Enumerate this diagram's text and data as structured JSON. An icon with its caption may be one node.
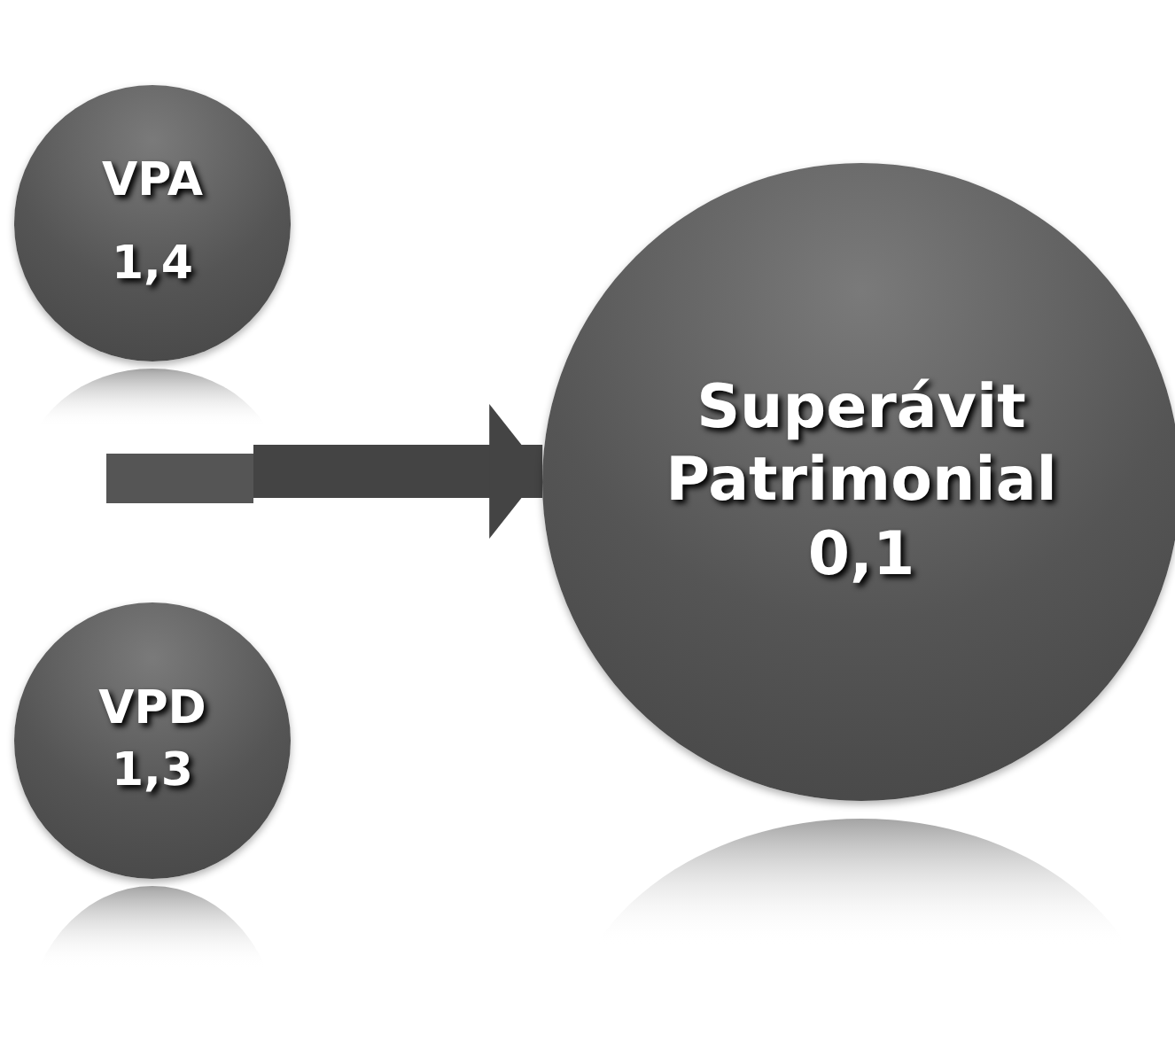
{
  "diagram": {
    "nodes": [
      {
        "text": [
          "VPA",
          "1,4"
        ]
      },
      {
        "text": [
          "VPD",
          "1,3"
        ]
      },
      {
        "text": [
          "Superávit Patrimonial",
          "0,1"
        ]
      },
      {
        "text": [],
        "shape": "bar"
      }
    ],
    "edges": [
      {
        "from": 3,
        "to": 2,
        "arrow": "to"
      }
    ]
  }
}
